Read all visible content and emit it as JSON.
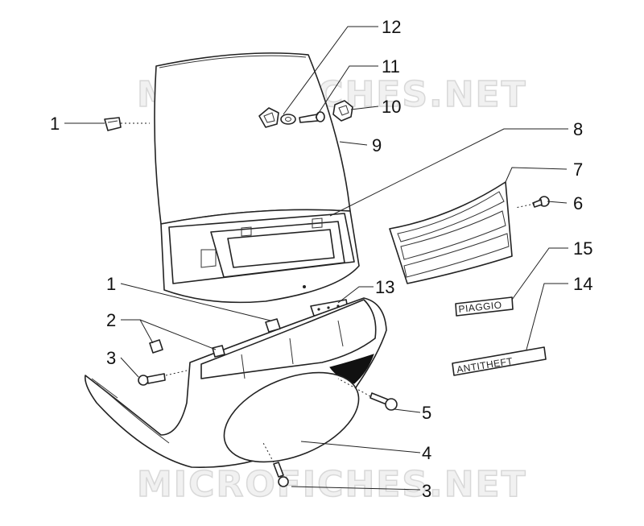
{
  "watermark": {
    "top": "MICROFICHES.NET",
    "bottom": "MICROFICHES.NET"
  },
  "callouts": {
    "c1a": "1",
    "c1b": "1",
    "c2": "2",
    "c3a": "3",
    "c3b": "3",
    "c4": "4",
    "c5": "5",
    "c6": "6",
    "c7": "7",
    "c8": "8",
    "c9": "9",
    "c10": "10",
    "c11": "11",
    "c12": "12",
    "c13": "13",
    "c14": "14",
    "c15": "15"
  },
  "decals": {
    "piaggio": "PIAGGIO",
    "antitheft": "ANTITHEFT"
  }
}
